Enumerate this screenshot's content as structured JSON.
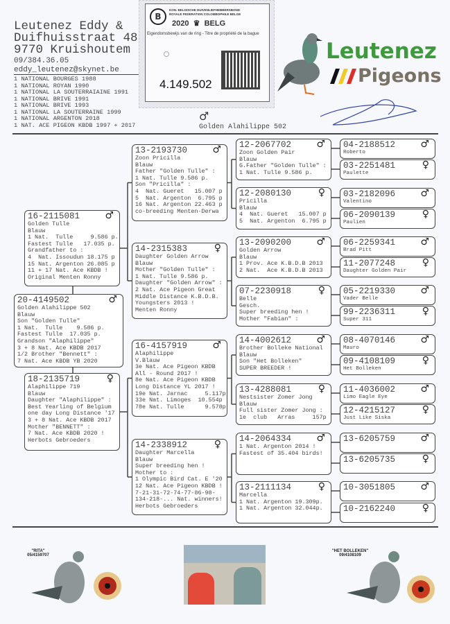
{
  "owner": {
    "name_line1": "Leutenez Eddy &",
    "name_line2": "Duifhuisstraat 48",
    "name_line3": "9770 Kruishoutem",
    "phone": "09/384.36.05",
    "email": "eddy_leutenez@skynet.be",
    "achievements": [
      "1 NATIONAL BOURGES 1988",
      "1 NATIONAL ROYAN 1990",
      "1 NATIONAL LA SOUTERRAIAINE 1991",
      "1 NATIONAL BRIVE 1991",
      "1 NATIONAL BRIVE 1993",
      "1 NATIONAL LA SOUTERRAINE 1999",
      "1 NATIONAL ARGENTON 2018",
      "1 NAT. ACE PIGEON KBDB 1997 + 2017"
    ]
  },
  "ring_card": {
    "federation_nl": "KON. BELGISCHE DUIVENLIEFHEBBERSBOND",
    "federation_fr": "ROYALE FEDERATION COLOMBOPHILE BELGE",
    "year": "2020",
    "country": "BELG",
    "caption": "Eigendomsbewijs van de ring - Titre de propriété de la bague",
    "number": "4.149.502"
  },
  "logo": {
    "line1": "Leutenez",
    "line2": "Pigeons",
    "green": "#3e9a3c",
    "gray": "#7a7265"
  },
  "subject_header": {
    "sex": "♂",
    "name": "Golden Alahilippe 502"
  },
  "boxes": [
    {
      "ring": "20-4149502",
      "sex": "♂",
      "lines": [
        "Golden Alahilippe 502",
        "Blauw",
        "Son \"Golden Tulle\"",
        "1 Nat.  Tulle    9.586 p.",
        "Fastest Tulle  17.035 p.",
        "Grandson \"Alaphilippe\"",
        "3 + 8 Nat. Ace KBDB 2017",
        "1/2 Brother \"Bennett\" :",
        "7 Nat. Ace KBDB YB 2020"
      ]
    },
    {
      "ring": "16-2115081",
      "sex": "♂",
      "lines": [
        "Golden Tulle",
        "Blauw",
        "1 Nat.  Tulle     9.586 p.",
        "Fastest Tulle   17.035 p.",
        "Grandfather to :",
        "4  Nat. Issoudun 18.175 p",
        "15 Nat. Argenton 26.085 p",
        "11 + 17 Nat. Ace KBDB !",
        "Original Menten Ronny"
      ]
    },
    {
      "ring": "18-2135719",
      "sex": "♀",
      "lines": [
        "Alaphilippe 719",
        "Blauw",
        "Daughter \"Alaphilippe\" :",
        "Best Yearling of Belgium",
        "one day Long Distance '17",
        "3 + 8 Nat. Ace KBDB 2017",
        "Mother \"BENNETT\" :",
        "7 Nat. Ace KBDB 2020 !",
        "Herbots Gebroeders"
      ]
    },
    {
      "ring": "13-2193730",
      "sex": "♂",
      "lines": [
        "Zoon Pricilla",
        "Blauw",
        "Father \"Golden Tulle\" :",
        "1 Nat. Tulle 9.586 p.",
        "Son \"Pricilla\" :",
        "4  Nat. Gueret   15.007 p",
        "5  Nat. Argenton  6.795 p",
        "16 Nat. Argenton 22.463 p",
        "co-breeding Menten-Derwa"
      ]
    },
    {
      "ring": "14-2315383",
      "sex": "♀",
      "lines": [
        "Daughter Golden Arrow",
        "Blauw",
        "Mother \"Golden Tulle\" :",
        "1 Nat. Tulle 9.586 p.",
        "Daughter \"Golden Arrow\" :",
        "2 Nat. Ace Pigeon Great",
        "Middle Distance K.B.D.B.",
        "Youngsters 2013 !",
        "Menten Ronny"
      ]
    },
    {
      "ring": "16-4157919",
      "sex": "♂",
      "lines": [
        "Alaphilippe",
        "V.Blauw",
        "3e Nat. Ace Pigeon KBDB",
        "All - Round 2017 !",
        "8e Nat. Ace Pigeon KBDB",
        "Long Distance YL 2017 !",
        "19e Nat. Jarnac     5.117p",
        "33e Nat. Limoges  10.554p",
        "78e Nat. Tulle      9.578p"
      ]
    },
    {
      "ring": "14-2338912",
      "sex": "♀",
      "lines": [
        "Daughter Marcella",
        "Blauw",
        "Super breeding hen !",
        "Mother to :",
        "1 Olympic Bird Cat. E '20",
        "12 Nat. Ace Pigeon KBDB !",
        "7-21-31-72-74-77-86-98-",
        "134-218-... Nat. winners!",
        "Herbots Gebroeders"
      ]
    },
    {
      "ring": "12-2067702",
      "sex": "♂",
      "lines": [
        "Zoon Golden Pair",
        "Blauw",
        "G.Father \"Golden Tulle\" :",
        "1 Nat. Tulle 9.586 p."
      ]
    },
    {
      "ring": "12-2080130",
      "sex": "♀",
      "lines": [
        "Pricilla",
        "Blauw",
        "4  Nat. Gueret   15.007 p",
        "5  Nat. Argenton  6.795 p"
      ]
    },
    {
      "ring": "13-2090200",
      "sex": "♂",
      "lines": [
        "Golden Arrow",
        "Blauw",
        "1 Prov. Ace K.B.D.B 2013",
        "2 Nat.  Ace K.B.D.B 2013"
      ]
    },
    {
      "ring": "07-2230918",
      "sex": "♀",
      "lines": [
        "Belle",
        "Gesch.",
        "Super breeding hen !",
        "Mother \"Fabian\" :"
      ]
    },
    {
      "ring": "14-4002612",
      "sex": "♂",
      "lines": [
        "Brother Bolleke National",
        "Blauw",
        "Son \"Het Bolleken\"",
        "SUPER BREEDER !"
      ]
    },
    {
      "ring": "13-4288081",
      "sex": "♀",
      "lines": [
        "Nestsister Zomer Jong",
        "Blauw",
        "Full sister Zomer Jong :",
        "1e  club   Arras     157p"
      ]
    },
    {
      "ring": "14-2064334",
      "sex": "♂",
      "lines": [
        "",
        "1 Nat. Argenton 2014 !",
        "Fastest of 35.404 birds!"
      ]
    },
    {
      "ring": "13-2111134",
      "sex": "♀",
      "lines": [
        "Marcella",
        "",
        "1 Nat. Argenton 19.309p.",
        "1 Nat. Argenton 32.044p."
      ]
    },
    {
      "ring": "04-2188512",
      "sex": "♂",
      "lines": [
        "Roberto"
      ]
    },
    {
      "ring": "03-2251481",
      "sex": "♀",
      "lines": [
        "Paulette"
      ]
    },
    {
      "ring": "03-2182096",
      "sex": "♂",
      "lines": [
        "Valentino"
      ]
    },
    {
      "ring": "06-2090139",
      "sex": "♀",
      "lines": [
        "Paulien"
      ]
    },
    {
      "ring": "06-2259341",
      "sex": "♂",
      "lines": [
        "Brad Pitt"
      ]
    },
    {
      "ring": "11-2077248",
      "sex": "♀",
      "lines": [
        "Daughter Golden Pair"
      ]
    },
    {
      "ring": "05-2219330",
      "sex": "♂",
      "lines": [
        "Vader Belle"
      ]
    },
    {
      "ring": "99-2236311",
      "sex": "♀",
      "lines": [
        "Super 311"
      ]
    },
    {
      "ring": "08-4070146",
      "sex": "♂",
      "lines": [
        "Mauro"
      ]
    },
    {
      "ring": "09-4108109",
      "sex": "♀",
      "lines": [
        "Het Bolleken"
      ]
    },
    {
      "ring": "11-4036002",
      "sex": "♂",
      "lines": [
        "Limo Eagle Eye"
      ]
    },
    {
      "ring": "12-4215127",
      "sex": "♀",
      "lines": [
        "Just Like Siska"
      ]
    },
    {
      "ring": "13-6205759",
      "sex": "♂",
      "lines": []
    },
    {
      "ring": "13-6205735",
      "sex": "♀",
      "lines": []
    },
    {
      "ring": "10-3051805",
      "sex": "♂",
      "lines": []
    },
    {
      "ring": "10-2162240",
      "sex": "♀",
      "lines": []
    }
  ],
  "footer": {
    "left_caption_name": "\"RITA\"",
    "left_caption_ring": "05/4159707",
    "right_caption_name": "\"HET BOLLEKEN\"",
    "right_caption_ring": "09/4108109"
  }
}
